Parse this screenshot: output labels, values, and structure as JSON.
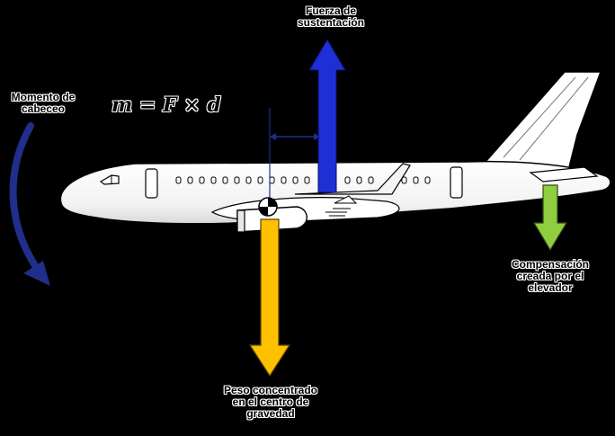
{
  "labels": {
    "lift": [
      "Fuerza de",
      "sustentación"
    ],
    "moment": [
      "Momento de",
      "cabeceo"
    ],
    "formula": "m = F × d",
    "distance": "d",
    "weight": [
      "Peso concentrado",
      "en el centro de",
      "gravedad"
    ],
    "compensation": [
      "Compensación",
      "creada por el",
      "elevador"
    ]
  },
  "colors": {
    "background": "#000000",
    "fuselage": "#ffffff",
    "outline": "#000000",
    "lift_arrow": "#1f2fd6",
    "weight_arrow": "#ffc000",
    "elevator_arrow": "#8fce3f",
    "moment_arrow": "#1f2f8a",
    "guide_lines": "#1f2f8a"
  },
  "icons": {
    "center_of_gravity": "cg-symbol-icon"
  }
}
